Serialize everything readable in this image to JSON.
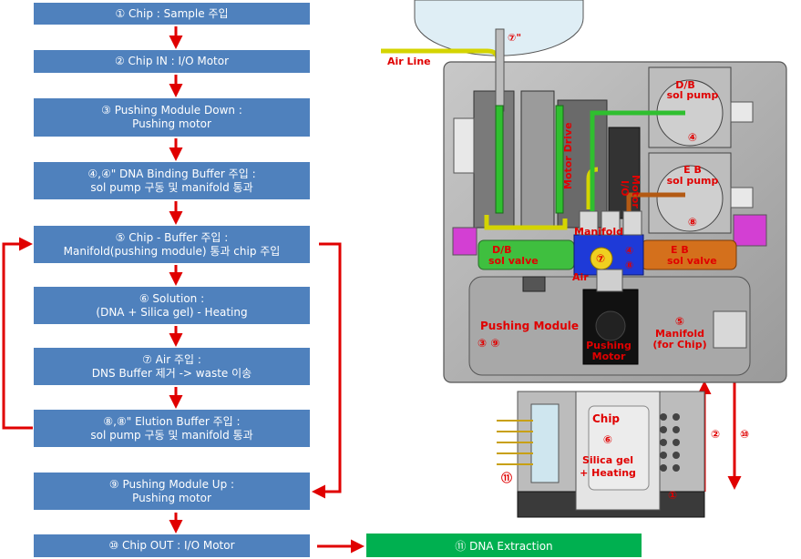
{
  "steps": [
    {
      "line1": "① Chip : Sample 주입",
      "line2": ""
    },
    {
      "line1": "② Chip IN : I/O Motor",
      "line2": ""
    },
    {
      "line1": "③ Pushing Module Down :",
      "line2": "Pushing motor"
    },
    {
      "line1": "④,④\" DNA Binding Buffer 주입 :",
      "line2": "sol pump 구동 및 manifold 통과"
    },
    {
      "line1": "⑤ Chip - Buffer 주입 :",
      "line2": "Manifold(pushing module) 통과 chip 주입"
    },
    {
      "line1": "⑥ Solution :",
      "line2": "(DNA + Silica gel) - Heating"
    },
    {
      "line1": "⑦ Air 주입 :",
      "line2": "DNS Buffer 제거 -> waste 이송"
    },
    {
      "line1": "⑧,⑧\" Elution Buffer 주입 :",
      "line2": "sol pump 구동 및 manifold 통과"
    },
    {
      "line1": "⑨ Pushing Module Up :",
      "line2": "Pushing motor"
    },
    {
      "line1": "⑩ Chip OUT : I/O Motor",
      "line2": ""
    }
  ],
  "dna_extraction": "⑪ DNA Extraction",
  "device_labels": {
    "air_line": "Air Line",
    "seven_dd": "⑦\"",
    "db_pump": "D/B",
    "db_pump2": "sol pump",
    "four": "④",
    "eb_pump": "E B",
    "eb_pump2": "sol pump",
    "eight": "⑧",
    "motor_drive": "Motor Drive",
    "io_motor": "I/O",
    "io_motor2": "Motor",
    "manifold": "Manifold",
    "db_valve": "D/B",
    "db_valve2": "sol valve",
    "eb_valve": "E B",
    "eb_valve2": "sol valve",
    "seven": "⑦",
    "four_b": "④",
    "eight_b": "⑧",
    "air": "Air",
    "pushing_module": "Pushing Module",
    "three_nine": "③ ⑨",
    "pushing_motor": "Pushing",
    "pushing_motor2": "Motor",
    "five": "⑤",
    "manifold_chip": "Manifold",
    "manifold_chip2": "(for Chip)",
    "chip": "Chip",
    "six": "⑥",
    "silica": "Silica gel",
    "heating": "+ Heating",
    "eleven": "⑪",
    "one": "①",
    "two": "②",
    "ten": "⑩"
  }
}
